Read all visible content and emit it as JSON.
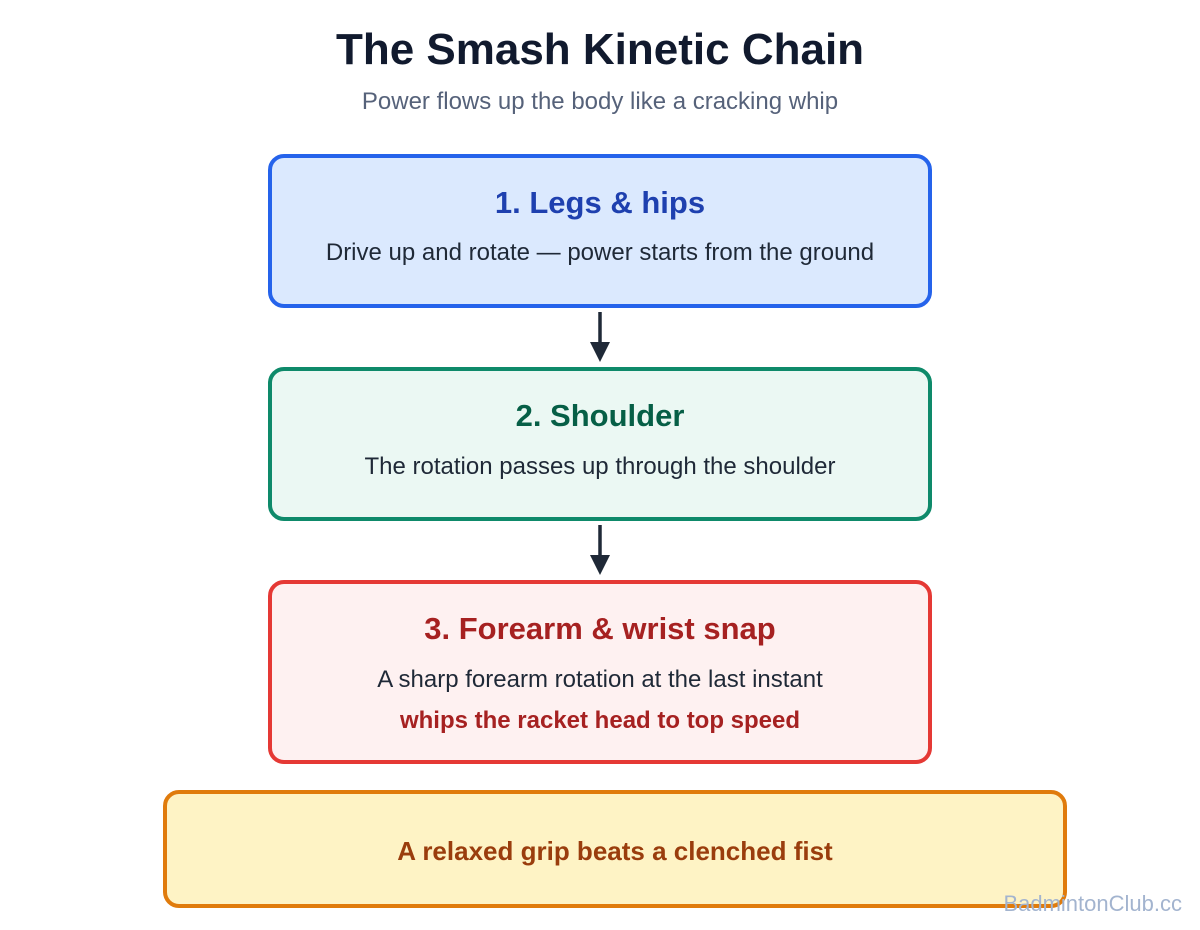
{
  "header": {
    "title": "The Smash Kinetic Chain",
    "subtitle": "Power flows up the body like a cracking whip"
  },
  "steps": [
    {
      "title": "1. Legs & hips",
      "description": "Drive up and rotate — power starts from the ground",
      "border_color": "#2563eb",
      "fill_color": "#dbe9fe"
    },
    {
      "title": "2. Shoulder",
      "description": "The rotation passes up through the shoulder",
      "border_color": "#0e8a6a",
      "fill_color": "#ebf8f3"
    },
    {
      "title": "3. Forearm & wrist snap",
      "description": "A sharp forearm rotation at the last instant",
      "emphasis": "whips the racket head to top speed",
      "border_color": "#e53935",
      "fill_color": "#fef1f1"
    }
  ],
  "tip": {
    "text": "A relaxed grip beats a clenched fist",
    "border_color": "#e07b0c",
    "fill_color": "#fef3c5"
  },
  "arrows": [
    {
      "from": "1. Legs & hips",
      "to": "2. Shoulder",
      "icon": "arrow-down-icon"
    },
    {
      "from": "2. Shoulder",
      "to": "3. Forearm & wrist snap",
      "icon": "arrow-down-icon"
    }
  ],
  "watermark": "BadmintonClub.cc"
}
